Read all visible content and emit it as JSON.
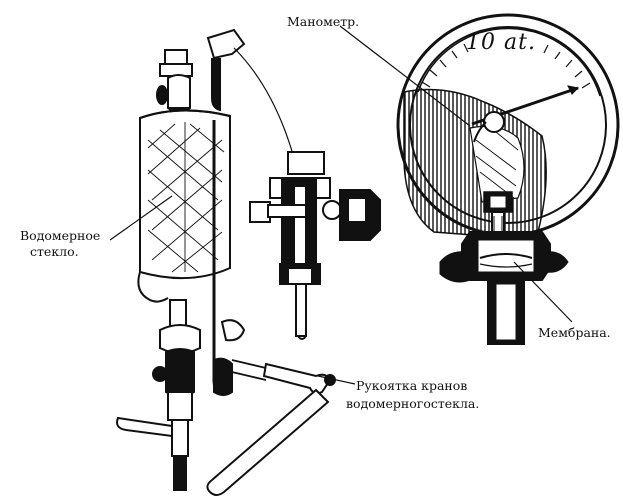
{
  "labels": {
    "manometer": "Манометр.",
    "gauge_scale": "10 at.",
    "water_glass_line1": "Водомерное",
    "water_glass_line2": "стекло.",
    "membrane": "Мембрана.",
    "handle_line1": "Рукоятка кранов",
    "handle_line2": "водомерногостекла."
  },
  "colors": {
    "ink": "#111111",
    "paper": "#ffffff"
  }
}
